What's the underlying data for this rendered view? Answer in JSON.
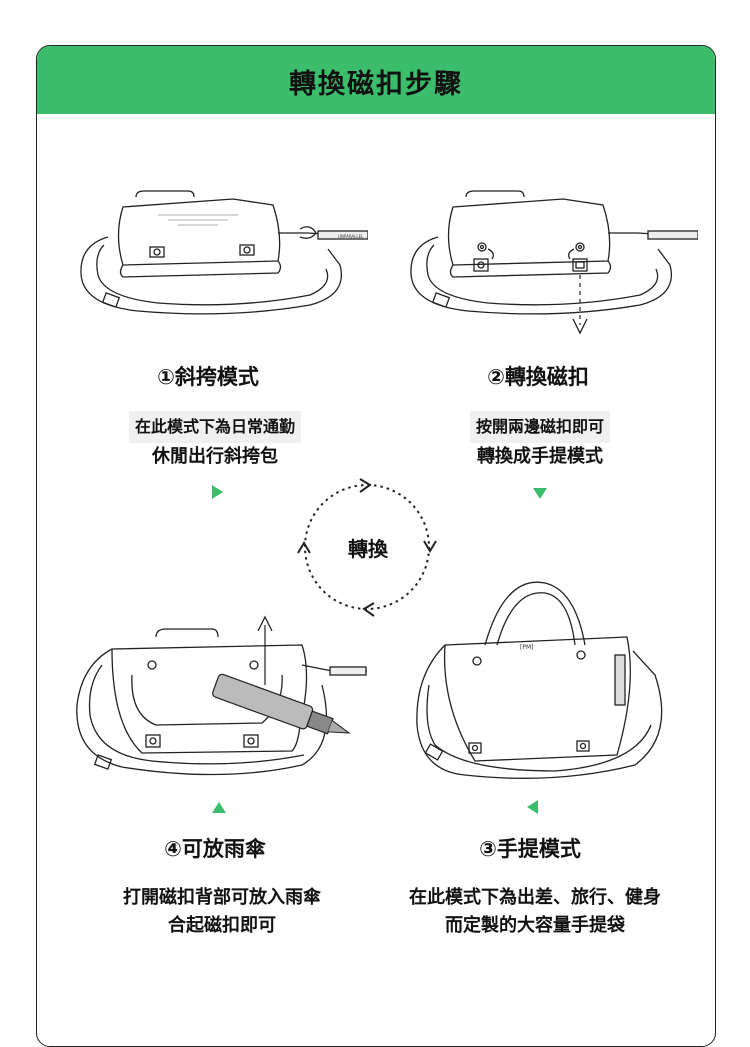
{
  "header": {
    "title": "轉換磁扣步驟",
    "color": "#3bbd6b"
  },
  "steps": [
    {
      "title": "①斜挎模式",
      "desc": [
        "在此模式下為日常通勤",
        "休閒出行斜挎包"
      ]
    },
    {
      "title": "②轉換磁扣",
      "desc": [
        "按開兩邊磁扣即可",
        "轉換成手提模式"
      ]
    },
    {
      "title": "③手提模式",
      "desc": [
        "在此模式下為出差、旅行、健身",
        "而定製的大容量手提袋"
      ]
    },
    {
      "title": "④可放雨傘",
      "desc": [
        "打開磁扣背部可放入雨傘",
        "合起磁扣即可"
      ]
    }
  ],
  "cycle": {
    "label": "轉換"
  },
  "icons": [
    "crossbody-bag-illustration",
    "magnet-release-illustration",
    "handbag-illustration",
    "umbrella-storage-illustration",
    "cycle-arrows-icon",
    "triangle-pointer-icon"
  ],
  "brand_tag": "UNPARALLEL",
  "logo_mark": "[PM]"
}
